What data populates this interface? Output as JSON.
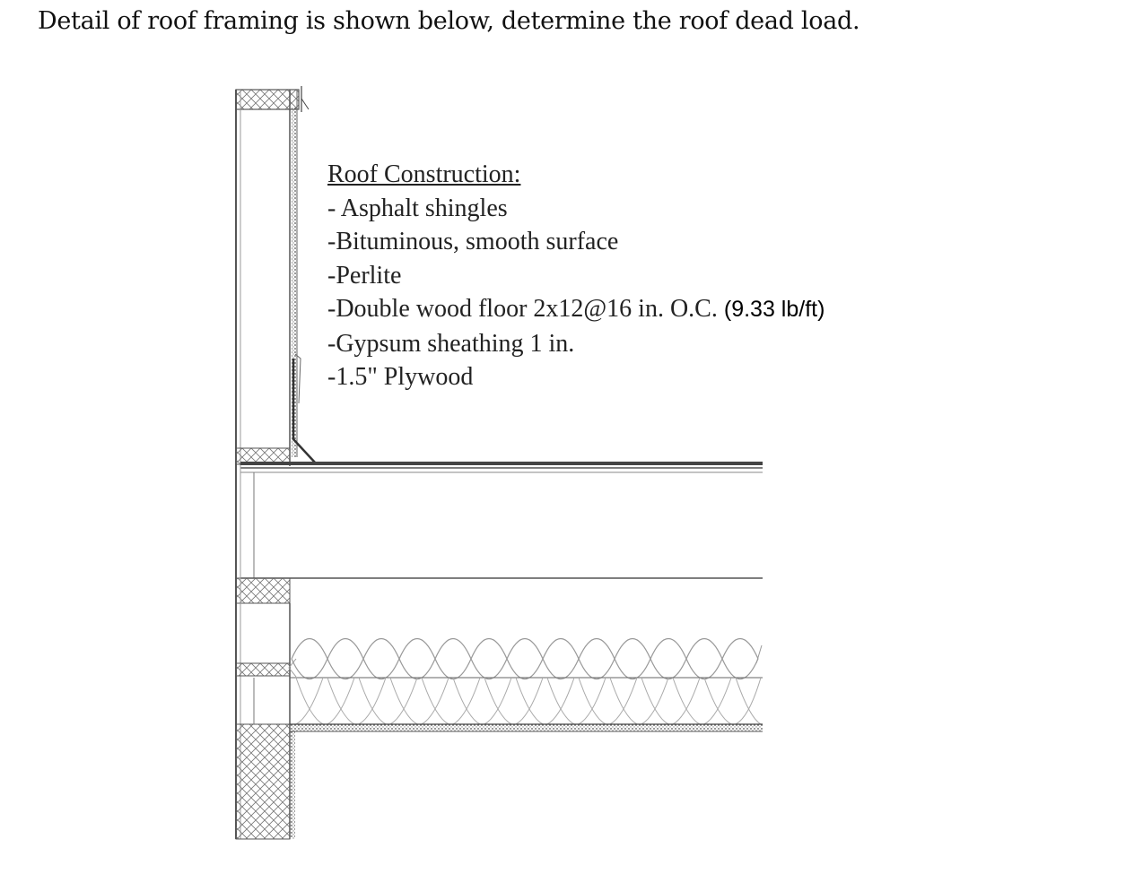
{
  "question": "Detail of roof framing is shown below, determine the roof dead load.",
  "notes": {
    "heading": "Roof Construction:",
    "items": [
      "- Asphalt shingles",
      "-Bituminous, smooth surface",
      "-Perlite",
      "-Double wood floor 2x12@16 in. O.C.",
      "-Gypsum sheathing 1 in.",
      "-1.5\" Plywood"
    ],
    "item4_extra": "(9.33 lb/ft)"
  }
}
